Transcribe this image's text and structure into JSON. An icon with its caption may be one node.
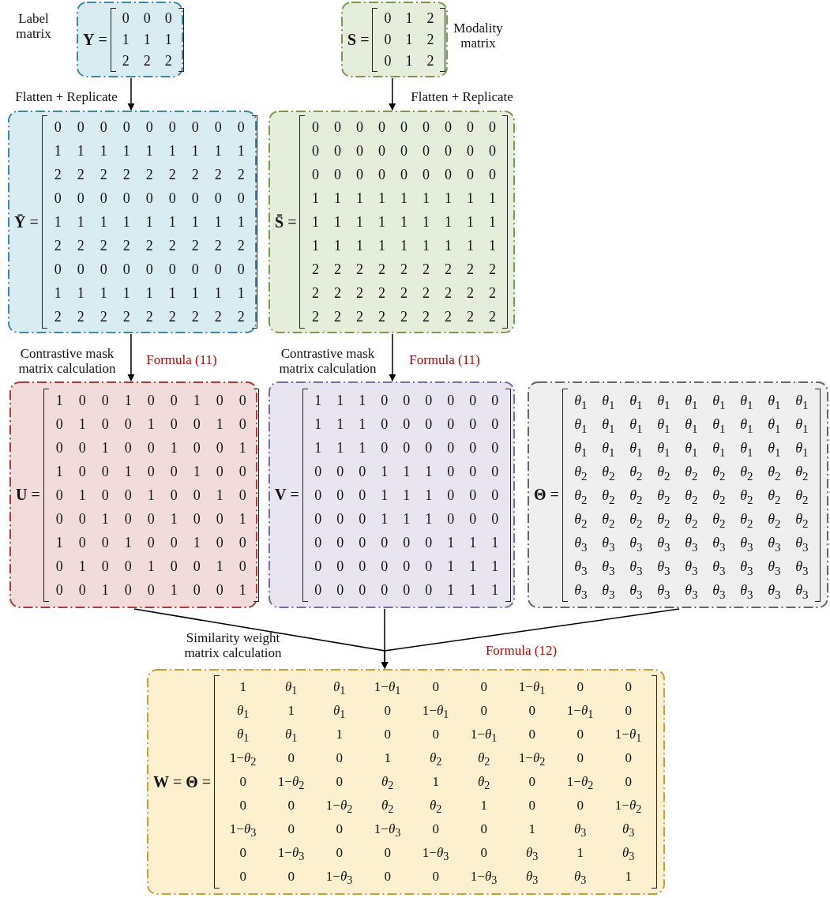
{
  "diagram": {
    "nodes": [
      {
        "text": [
          "**Y** =",
          "0 0 0 1 1 1 2 2 2"
        ],
        "beside": [
          "Label matrix"
        ]
      },
      {
        "text": [
          "**S** =",
          "0 1 2 0 1 2 0 1 2"
        ],
        "beside": [
          "Modality matrix"
        ]
      },
      {
        "text": [
          "**Ȳ** =",
          "0 0 0 0 0 0 0 0 0 1 1 1 1 1 1 1 1 1 2 2 2 2 2 2 2 2 2 0 0 0 0 0 0 0 0 0 1 1 1 1 1 1 1 1 1 2 2 2 2 2 2 2 2 2 0 0 0 0 0 0 0 0 0 1 1 1 1 1 1 1 1 1 2 2 2 2 2 2 2 2 2"
        ]
      },
      {
        "text": [
          "**S̄** =",
          "0 0 0 0 0 0 0 0 0 0 0 0 0 0 0 0 0 0 0 0 0 0 0 0 0 0 0 1 1 1 1 1 1 1 1 1 1 1 1 1 1 1 1 1 1 1 1 1 1 1 1 1 1 1 2 2 2 2 2 2 2 2 2 2 2 2 2 2 2 2 2 2 2 2 2 2 2 2 2 2 2"
        ]
      },
      {
        "text": [
          "**U** =",
          "1 0 0 1 0 0 1 0 0 0 1 0 0 1 0 0 1 0 0 0 1 0 0 1 0 0 1 1 0 0 1 0 0 1 0 0 0 1 0 0 1 0 0 1 0 0 0 1 0 0 1 0 0 1 1 0 0 1 0 0 1 0 0 0 1 0 0 1 0 0 1 0 0 0 1 0 0 1 0 0 1"
        ]
      },
      {
        "text": [
          "**V** =",
          "1 1 1 0 0 0 0 0 0 1 1 1 0 0 0 0 0 0 1 1 1 0 0 0 0 0 0 0 0 0 1 1 1 0 0 0 0 0 0 1 1 1 0 0 0 0 0 0 1 1 1 0 0 0 0 0 0 0 0 0 1 1 1 0 0 0 0 0 0 1 1 1 0 0 0 0 0 0 1 1 1"
        ]
      },
      {
        "text": [
          "**Θ** =",
          "*θ*$_{1}$ *θ*$_{1}$ *θ*$_{1}$ *θ*$_{1}$ *θ*$_{1}$ *θ*$_{1}$ *θ*$_{1}$ *θ*$_{1}$ *θ*$_{1}$ *θ*$_{1}$ *θ*$_{1}$ *θ*$_{1}$ *θ*$_{1}$ *θ*$_{1}$ *θ*$_{1}$ *θ*$_{1}$ *θ*$_{1}$ *θ*$_{1}$ *θ*$_{1}$ *θ*$_{1}$ *θ*$_{1}$ *θ*$_{1}$ *θ*$_{1}$ *θ*$_{1}$ *θ*$_{1}$ *θ*$_{1}$ *θ*$_{1}$ *θ*$_{2}$ *θ*$_{2}$ *θ*$_{2}$ *θ*$_{2}$ *θ*$_{2}$ *θ*$_{2}$ *θ*$_{2}$ *θ*$_{2}$ *θ*$_{2}$ *θ*$_{2}$ *θ*$_{2}$ *θ*$_{2}$ *θ*$_{2}$ *θ*$_{2}$ *θ*$_{2}$ *θ*$_{2}$ *θ*$_{2}$ *θ*$_{2}$ *θ*$_{2}$ *θ*$_{2}$ *θ*$_{2}$ *θ*$_{2}$ *θ*$_{2}$ *θ*$_{2}$ *θ*$_{2}$ *θ*$_{2}$ *θ*$_{2}$ *θ*$_{3}$ *θ*$_{3}$ *θ*$_{3}$ *θ*$_{3}$ *θ*$_{3}$ *θ*$_{3}$ *θ*$_{3}$ *θ*$_{3}$ *θ*$_{3}$ *θ*$_{3}$ *θ*$_{3}$ *θ*$_{3}$ *θ*$_{3}$ *θ*$_{3}$ *θ*$_{3}$ *θ*$_{3}$ *θ*$_{3}$ *θ*$_{3}$ *θ*$_{3}$ *θ*$_{3}$ *θ*$_{3}$ *θ*$_{3}$ *θ*$_{3}$ *θ*$_{3}$ *θ*$_{3}$ *θ*$_{3}$ *θ*$_{3}$"
        ]
      },
      {
        "text": [
          "**W** = **Θ** =",
          "1 *θ*$_{1}$ *θ*$_{1}$ 1−*θ*$_{1}$ 0 0 1−*θ*$_{1}$ 0 0 *θ*$_{1}$ 1 *θ*$_{1}$ 0 1−*θ*$_{1}$ 0 0 1−*θ*$_{1}$ 0 *θ*$_{1}$ *θ*$_{1}$ 1 0 0 1−*θ*$_{1}$ 0 0 1−*θ*$_{1}$ 1−*θ*$_{2}$ 0 0 1 *θ*$_{2}$ *θ*$_{2}$ 1−*θ*$_{2}$ 0 0 0 1−*θ*$_{2}$ 0 *θ*$_{2}$ 1 *θ*$_{2}$ 0 1−*θ*$_{2}$ 0 0 0 1−*θ*$_{2}$ *θ*$_{2}$ *θ*$_{2}$ 1 0 0 1−*θ*$_{2}$ 1−*θ*$_{3}$ 0 0 1−*θ*$_{3}$ 0 0 1 *θ*$_{3}$ *θ*$_{3}$ 0 1−*θ*$_{3}$ 0 0 1−*θ*$_{3}$ 0 *θ*$_{3}$ 1 *θ*$_{3}$ 0 0 1−*θ*$_{3}$ 0 0 1−*θ*$_{3}$ *θ*$_{3}$ *θ*$_{3}$ 1"
        ]
      }
    ],
    "edges": [
      {
        "from": 0,
        "to": 2,
        "arrow": "to",
        "label": "Flatten + Replicate"
      },
      {
        "from": 1,
        "to": 3,
        "arrow": "to",
        "label": "Flatten + Replicate"
      },
      {
        "from": 2,
        "to": 4,
        "arrow": "to",
        "label": "Contrastive mask matrix calculation"
      },
      {
        "from": 3,
        "to": 5,
        "arrow": "to",
        "label": "Contrastive mask matrix calculation"
      },
      {
        "from": 4,
        "to": 7,
        "arrow": "to"
      },
      {
        "from": 5,
        "to": 7,
        "arrow": "to"
      },
      {
        "from": 6,
        "to": 7,
        "arrow": "to"
      }
    ],
    "labels": [
      "Formula (11)",
      "Formula (11)",
      "Similarity weight matrix calculation",
      "Formula (12)"
    ]
  }
}
